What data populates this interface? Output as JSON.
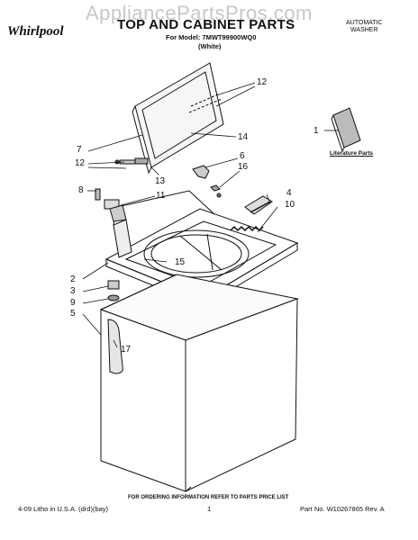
{
  "watermark": "AppliancePartsPros.com",
  "brand": "Whirlpool",
  "title": "TOP AND CABINET PARTS",
  "model_line": "For Model: 7MWT99900WQ0",
  "color_line": "(White)",
  "product_type_line1": "AUTOMATIC",
  "product_type_line2": "WASHER",
  "literature_label": "Literature Parts",
  "ordering_note": "FOR ORDERING INFORMATION REFER TO PARTS PRICE LIST",
  "footer": {
    "litho": "4-09 Litho in U.S.A. (drd)(bay)",
    "page": "1",
    "part_no": "Part No. W10267865 Rev. A"
  },
  "callouts": {
    "c1": "1",
    "c2": "2",
    "c3": "3",
    "c4": "4",
    "c5": "5",
    "c6": "6",
    "c7": "7",
    "c8": "8",
    "c9": "9",
    "c10": "10",
    "c11": "11",
    "c12a": "12",
    "c12b": "12",
    "c13": "13",
    "c14": "14",
    "c15": "15",
    "c16": "16",
    "c17": "17"
  },
  "colors": {
    "ink": "#111111",
    "watermark": "#c8c8c8"
  }
}
